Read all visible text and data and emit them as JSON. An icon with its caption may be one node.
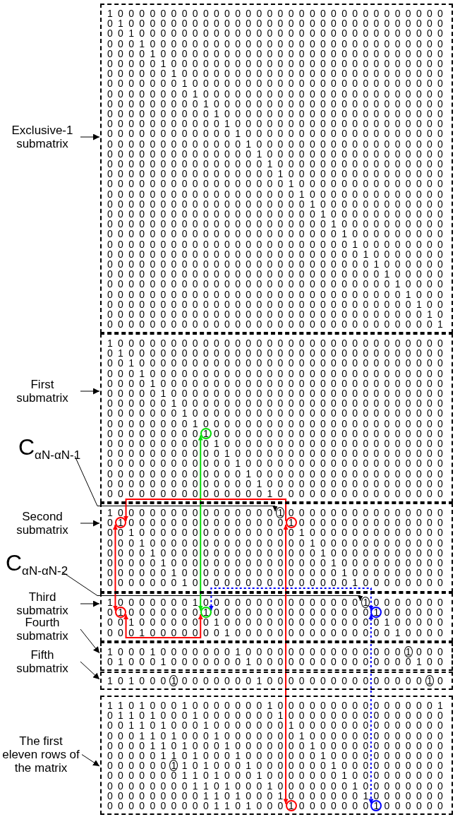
{
  "diagram": {
    "nodes": [
      {
        "text": [
          "Exclusive-1 submatrix"
        ]
      },
      {
        "text": [
          "1 0 0 0 0 0 0 0 0 0 0 0 0 0 0 0 0 0 0 0 0 0 0 0 0 0 0 0 0 0 0 0",
          "0 1 0 0 0 0 0 0 0 0 0 0 0 0 0 0 0 0 0 0 0 0 0 0 0 0 0 0 0 0 0 0",
          "0 0 1 0 0 0 0 0 0 0 0 0 0 0 0 0 0 0 0 0 0 0 0 0 0 0 0 0 0 0 0 0",
          "0 0 0 1 0 0 0 0 0 0 0 0 0 0 0 0 0 0 0 0 0 0 0 0 0 0 0 0 0 0 0 0",
          "0 0 0 0 1 0 0 0 0 0 0 0 0 0 0 0 0 0 0 0 0 0 0 0 0 0 0 0 0 0 0 0",
          "0 0 0 0 0 1 0 0 0 0 0 0 0 0 0 0 0 0 0 0 0 0 0 0 0 0 0 0 0 0 0 0",
          "0 0 0 0 0 0 1 0 0 0 0 0 0 0 0 0 0 0 0 0 0 0 0 0 0 0 0 0 0 0 0 0",
          "0 0 0 0 0 0 0 1 0 0 0 0 0 0 0 0 0 0 0 0 0 0 0 0 0 0 0 0 0 0 0 0",
          "0 0 0 0 0 0 0 0 1 0 0 0 0 0 0 0 0 0 0 0 0 0 0 0 0 0 0 0 0 0 0 0",
          "0 0 0 0 0 0 0 0 0 1 0 0 0 0 0 0 0 0 0 0 0 0 0 0 0 0 0 0 0 0 0 0",
          "0 0 0 0 0 0 0 0 0 0 1 0 0 0 0 0 0 0 0 0 0 0 0 0 0 0 0 0 0 0 0 0",
          "0 0 0 0 0 0 0 0 0 0 0 1 0 0 0 0 0 0 0 0 0 0 0 0 0 0 0 0 0 0 0 0",
          "0 0 0 0 0 0 0 0 0 0 0 0 1 0 0 0 0 0 0 0 0 0 0 0 0 0 0 0 0 0 0 0",
          "0 0 0 0 0 0 0 0 0 0 0 0 0 1 0 0 0 0 0 0 0 0 0 0 0 0 0 0 0 0 0 0",
          "0 0 0 0 0 0 0 0 0 0 0 0 0 0 1 0 0 0 0 0 0 0 0 0 0 0 0 0 0 0 0 0",
          "0 0 0 0 0 0 0 0 0 0 0 0 0 0 0 1 0 0 0 0 0 0 0 0 0 0 0 0 0 0 0 0",
          "0 0 0 0 0 0 0 0 0 0 0 0 0 0 0 0 1 0 0 0 0 0 0 0 0 0 0 0 0 0 0 0",
          "0 0 0 0 0 0 0 0 0 0 0 0 0 0 0 0 0 1 0 0 0 0 0 0 0 0 0 0 0 0 0 0",
          "0 0 0 0 0 0 0 0 0 0 0 0 0 0 0 0 0 0 1 0 0 0 0 0 0 0 0 0 0 0 0 0",
          "0 0 0 0 0 0 0 0 0 0 0 0 0 0 0 0 0 0 0 1 0 0 0 0 0 0 0 0 0 0 0 0",
          "0 0 0 0 0 0 0 0 0 0 0 0 0 0 0 0 0 0 0 0 1 0 0 0 0 0 0 0 0 0 0 0",
          "0 0 0 0 0 0 0 0 0 0 0 0 0 0 0 0 0 0 0 0 0 1 0 0 0 0 0 0 0 0 0 0",
          "0 0 0 0 0 0 0 0 0 0 0 0 0 0 0 0 0 0 0 0 0 0 1 0 0 0 0 0 0 0 0 0",
          "0 0 0 0 0 0 0 0 0 0 0 0 0 0 0 0 0 0 0 0 0 0 0 1 0 0 0 0 0 0 0 0",
          "0 0 0 0 0 0 0 0 0 0 0 0 0 0 0 0 0 0 0 0 0 0 0 0 1 0 0 0 0 0 0 0",
          "0 0 0 0 0 0 0 0 0 0 0 0 0 0 0 0 0 0 0 0 0 0 0 0 0 1 0 0 0 0 0 0",
          "0 0 0 0 0 0 0 0 0 0 0 0 0 0 0 0 0 0 0 0 0 0 0 0 0 0 1 0 0 0 0 0",
          "0 0 0 0 0 0 0 0 0 0 0 0 0 0 0 0 0 0 0 0 0 0 0 0 0 0 0 1 0 0 0 0",
          "0 0 0 0 0 0 0 0 0 0 0 0 0 0 0 0 0 0 0 0 0 0 0 0 0 0 0 0 1 0 0 0",
          "0 0 0 0 0 0 0 0 0 0 0 0 0 0 0 0 0 0 0 0 0 0 0 0 0 0 0 0 0 1 0 0",
          "0 0 0 0 0 0 0 0 0 0 0 0 0 0 0 0 0 0 0 0 0 0 0 0 0 0 0 0 0 0 1 0",
          "0 0 0 0 0 0 0 0 0 0 0 0 0 0 0 0 0 0 0 0 0 0 0 0 0 0 0 0 0 0 0 1"
        ]
      },
      {
        "text": [
          "First submatrix"
        ]
      },
      {
        "text": [
          "1 0 0 0 0 0 0 0 0 0 0 0 0 0 0 0 0 0 0 0 0 0 0 0 0 0 0 0 0 0 0 0",
          "0 1 0 0 0 0 0 0 0 0 0 0 0 0 0 0 0 0 0 0 0 0 0 0 0 0 0 0 0 0 0 0",
          "0 0 1 0 0 0 0 0 0 0 0 0 0 0 0 0 0 0 0 0 0 0 0 0 0 0 0 0 0 0 0 0",
          "0 0 0 1 0 0 0 0 0 0 0 0 0 0 0 0 0 0 0 0 0 0 0 0 0 0 0 0 0 0 0 0",
          "0 0 0 0 1 0 0 0 0 0 0 0 0 0 0 0 0 0 0 0 0 0 0 0 0 0 0 0 0 0 0 0",
          "0 0 0 0 0 1 0 0 0 0 0 0 0 0 0 0 0 0 0 0 0 0 0 0 0 0 0 0 0 0 0 0",
          "0 0 0 0 0 0 1 0 0 0 0 0 0 0 0 0 0 0 0 0 0 0 0 0 0 0 0 0 0 0 0 0",
          "0 0 0 0 0 0 0 1 0 0 0 0 0 0 0 0 0 0 0 0 0 0 0 0 0 0 0 0 0 0 0 0",
          "0 0 0 0 0 0 0 0 1 0 0 0 0 0 0 0 0 0 0 0 0 0 0 0 0 0 0 0 0 0 0 0",
          "0 0 0 0 0 0 0 0 0 1 0 0 0 0 0 0 0 0 0 0 0 0 0 0 0 0 0 0 0 0 0 0",
          "0 0 0 0 0 0 0 0 0 0 1 0 0 0 0 0 0 0 0 0 0 0 0 0 0 0 0 0 0 0 0 0",
          "0 0 0 0 0 0 0 0 0 0 0 1 0 0 0 0 0 0 0 0 0 0 0 0 0 0 0 0 0 0 0 0",
          "0 0 0 0 0 0 0 0 0 0 0 0 1 0 0 0 0 0 0 0 0 0 0 0 0 0 0 0 0 0 0 0",
          "0 0 0 0 0 0 0 0 0 0 0 0 0 1 0 0 0 0 0 0 0 0 0 0 0 0 0 0 0 0 0 0",
          "0 0 0 0 0 0 0 0 0 0 0 0 0 0 1 0 0 0 0 0 0 0 0 0 0 0 0 0 0 0 0 0",
          "0 0 0 0 0 0 0 0 0 0 0 0 0 0 0 1 0 0 0 0 0 0 0 0 0 0 0 0 0 0 0 0"
        ]
      },
      {
        "text": [],
        "shape": "circle",
        "in": 3
      },
      {
        "text": [
          "C$_{αN-αN-1}$"
        ]
      },
      {
        "text": [
          "Second submatrix"
        ]
      },
      {
        "text": [
          "1 0 0 0 0 0 0 0 0 0 0 0 0 0 0 0 1 0 0 0 0 0 0 0 0 0 0 0 0 0 0 0",
          "0 1 0 0 0 0 0 0 0 0 0 0 0 0 0 0 0 1 0 0 0 0 0 0 0 0 0 0 0 0 0 0",
          "0 0 1 0 0 0 0 0 0 0 0 0 0 0 0 0 0 0 1 0 0 0 0 0 0 0 0 0 0 0 0 0",
          "0 0 0 1 0 0 0 0 0 0 0 0 0 0 0 0 0 0 0 1 0 0 0 0 0 0 0 0 0 0 0 0",
          "0 0 0 0 1 0 0 0 0 0 0 0 0 0 0 0 0 0 0 0 1 0 0 0 0 0 0 0 0 0 0 0",
          "0 0 0 0 0 1 0 0 0 0 0 0 0 0 0 0 0 0 0 0 0 1 0 0 0 0 0 0 0 0 0 0",
          "0 0 0 0 0 0 1 0 0 0 0 0 0 0 0 0 0 0 0 0 0 0 1 0 0 0 0 0 0 0 0 0",
          "0 0 0 0 0 0 0 1 0 0 0 0 0 0 0 0 0 0 0 0 0 0 0 1 0 0 0 0 0 0 0 0"
        ]
      },
      {
        "text": [],
        "shape": "circle",
        "in": 7
      },
      {
        "text": [],
        "shape": "circle",
        "in": 7
      },
      {
        "text": [],
        "shape": "circle",
        "in": 7
      },
      {
        "text": [
          "C$_{αN-αN-2}$"
        ]
      },
      {
        "text": [
          "Third submatrix"
        ]
      },
      {
        "text": [
          "1 0 0 0 0 0 0 0 1 0 0 0 0 0 0 0 0 0 0 0 0 0 0 0 1 0 0 0 0 0 0 0",
          "0 1 0 0 0 0 0 0 0 1 0 0 0 0 0 0 0 0 0 0 0 0 0 0 0 1 0 0 0 0 0 0",
          "0 0 1 0 0 0 0 0 0 0 1 0 0 0 0 0 0 0 0 0 0 0 0 0 0 0 1 0 0 0 0 0",
          "0 0 0 1 0 0 0 0 0 0 0 1 0 0 0 0 0 0 0 0 0 0 0 0 0 0 0 1 0 0 0 0"
        ]
      },
      {
        "text": [],
        "shape": "circle",
        "in": 13
      },
      {
        "text": [],
        "shape": "circle",
        "in": 13
      },
      {
        "text": [],
        "shape": "circle",
        "in": 13
      },
      {
        "text": [],
        "shape": "circle",
        "in": 13
      },
      {
        "text": [
          "Fourth submatrix"
        ]
      },
      {
        "text": [
          "1 0 0 0 1 0 0 0 0 0 0 0 1 0 0 0 0 0 0 0 0 0 0 0 0 0 0 0 1 0 0 0",
          "0 1 0 0 0 1 0 0 0 0 0 0 0 1 0 0 0 0 0 0 0 0 0 0 0 0 0 0 0 1 0 0"
        ]
      },
      {
        "text": [],
        "shape": "circle",
        "in": 19
      },
      {
        "text": [
          "Fifth submatrix"
        ]
      },
      {
        "text": [
          "1 0 1 0 0 0 1 0 0 0 0 0 0 0 1 0 0 0 0 0 0 0 0 0 0 0 0 0 0 0 1 0"
        ]
      },
      {
        "text": [],
        "shape": "circle",
        "in": 22
      },
      {
        "text": [],
        "shape": "circle",
        "in": 22
      },
      {
        "text": [
          "The first eleven rows of the matrix"
        ]
      },
      {
        "text": [
          "1 1 0 1 0 0 0 1 0 0 0 0 0 0 0 1 0 0 0 0 0 0 0 0 0 0 0 0 0 0 0 1",
          "0 1 1 0 1 0 0 0 1 0 0 0 0 0 0 0 1 0 0 0 0 0 0 0 0 0 0 0 0 0 0 0",
          "0 0 1 1 0 1 0 0 0 1 0 0 0 0 0 0 0 1 0 0 0 0 0 0 0 0 0 0 0 0 0 0",
          "0 0 0 1 1 0 1 0 0 0 1 0 0 0 0 0 0 0 1 0 0 0 0 0 0 0 0 0 0 0 0 0",
          "0 0 0 0 1 1 0 1 0 0 0 1 0 0 0 0 0 0 0 1 0 0 0 0 0 0 0 0 0 0 0 0",
          "0 0 0 0 0 1 1 0 1 0 0 0 1 0 0 0 0 0 0 0 1 0 0 0 0 0 0 0 0 0 0 0",
          "0 0 0 0 0 0 1 1 0 1 0 0 0 1 0 0 0 0 0 0 0 1 0 0 0 0 0 0 0 0 0 0",
          "0 0 0 0 0 0 0 1 1 0 1 0 0 0 1 0 0 0 0 0 0 0 1 0 0 0 0 0 0 0 0 0",
          "0 0 0 0 0 0 0 0 1 1 0 1 0 0 0 1 0 0 0 0 0 0 0 1 0 0 0 0 0 0 0 0",
          "0 0 0 0 0 0 0 0 0 1 1 0 1 0 0 0 1 0 0 0 0 0 0 0 1 0 0 0 0 0 0 0",
          "0 0 0 0 0 0 0 0 0 0 1 1 0 1 0 0 0 1 0 0 0 0 0 0 0 1 0 0 0 0 0 0"
        ]
      },
      {
        "text": [],
        "shape": "circle",
        "in": 26
      },
      {
        "text": [],
        "shape": "circle",
        "in": 26
      },
      {
        "text": [],
        "shape": "circle",
        "in": 26
      }
    ],
    "edges": [
      {
        "from": 0,
        "to": 1,
        "arrow": "to"
      },
      {
        "from": 2,
        "to": 3,
        "arrow": "to"
      },
      {
        "from": 6,
        "to": 7,
        "arrow": "to"
      },
      {
        "from": 12,
        "to": 13,
        "arrow": "to"
      },
      {
        "from": 18,
        "to": 19,
        "arrow": "to"
      },
      {
        "from": 21,
        "to": 22,
        "arrow": "to"
      },
      {
        "from": 25,
        "to": 26,
        "arrow": "to"
      },
      {
        "from": 5,
        "to": 8,
        "arrow": "to"
      },
      {
        "from": 11,
        "to": 14,
        "arrow": "to"
      },
      {
        "from": 16,
        "to": 4,
        "arrow": "both",
        "color": "#00dd00"
      },
      {
        "from": 9,
        "to": 15,
        "arrow": "both",
        "color": "#ff0000"
      },
      {
        "from": 10,
        "to": 28,
        "arrow": "both",
        "color": "#ff0000"
      },
      {
        "from": 10,
        "to": 9,
        "arrow": "to",
        "color": "#ff0000"
      },
      {
        "from": 15,
        "to": 16,
        "arrow": "both",
        "color": "#ff0000"
      },
      {
        "from": 16,
        "to": 17,
        "arrow": "both",
        "style": "dashed",
        "color": "#0000ff"
      },
      {
        "from": 17,
        "to": 29,
        "arrow": "both",
        "style": "dashed",
        "color": "#0000ff"
      }
    ]
  }
}
